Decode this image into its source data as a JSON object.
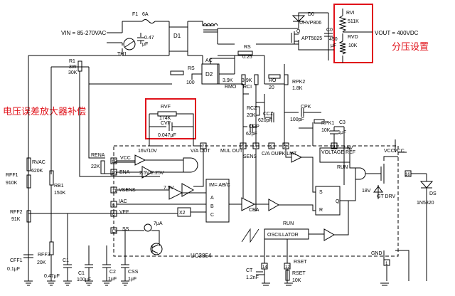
{
  "annotations": {
    "divider_setting": "分压设置",
    "compensation": "电压误差放大器补偿"
  },
  "input": {
    "vin": "VIN = 85-270VAC",
    "fuse": "F1",
    "fuse_rating": "6A",
    "thermistor": "TH1",
    "cap_in": "0.47",
    "cap_in_unit": "μF",
    "bridge": "D1"
  },
  "output": {
    "vout": "VOUT = 400VDC",
    "diode": "D0",
    "diode_part": "UHVP806",
    "mosfet": "Q",
    "mosfet_part": "APT5025",
    "cap_label": "C0",
    "cap_value": "450",
    "cap_unit": "μF",
    "rvi": "RVI",
    "rvi_value": "511K",
    "rvd": "RVD",
    "rvd_value": "10K"
  },
  "components": {
    "r1": "R1",
    "r1_power": "3W",
    "r1_value": "30K",
    "d2_ac": "AC",
    "d2": "D2",
    "rs": "RS",
    "rs_value": "0.25",
    "rs2": "RS",
    "rs2_value": "100",
    "rmo": "RMO",
    "rmo_value": "3.9K",
    "rci": "RCI",
    "rci_value": "3.9K",
    "rpk2": "RPK2",
    "rpk2_value": "1.8K",
    "ro": "RO",
    "ro_value": "20",
    "rvf": "RVF",
    "rvf_value": "174K",
    "cvf": "CVF",
    "cvf_value": "0.047μF",
    "rcz": "RCZ",
    "rcz_value": "20K",
    "ccz": "CCZ",
    "ccz_value": "620pF",
    "ccp": "CCP",
    "ccp_value": "62pF",
    "cpk": "CPK",
    "cpk_value": "100pF",
    "rpk1": "RPK1",
    "rpk1_value": "10K",
    "c3": "C3",
    "c3_value": "1μF",
    "rena": "RENA",
    "rena_value": "22K",
    "rvac": "RVAC",
    "rvac_value": "620K",
    "rff1": "RFF1",
    "rff1_value": "910K",
    "rb1": "RB1",
    "rb1_value": "150K",
    "rff2": "RFF2",
    "rff2_value": "91K",
    "cff1": "CFF1",
    "cff1_value": "0.1μF",
    "rff3": "RFF3",
    "rff3_value": "20K",
    "c1": "C1",
    "c1_value": "0.47μF",
    "c1b": "C1",
    "c1b_value": "100μF",
    "c2": "C2",
    "c2_value": "1μF",
    "css": "CSS",
    "css_value": "1μF",
    "ct": "CT",
    "ct_value": "1.2nF",
    "rset": "RSET",
    "rset_value": "10K",
    "rset_label": "RSET",
    "d18v": "18V",
    "ds": "DS",
    "ds_part": "1N5820",
    "vcc_ext": "VCC"
  },
  "ic": {
    "name": "UC3854",
    "pins": {
      "p1": "1",
      "p2": "2",
      "p3": "3",
      "p4": "4",
      "p5": "5",
      "p6": "6",
      "p7": "7",
      "p8": "8",
      "p9": "9",
      "p10": "10",
      "p11": "11",
      "p12": "12",
      "p13": "13",
      "p14": "14",
      "p15": "15",
      "p16": "16"
    },
    "labels": {
      "vcc": "VCC",
      "ena": "ENA",
      "vsens": "VSENS",
      "iac": "IAC",
      "vff": "VFF",
      "ss": "SS",
      "v16_10": "16V/10V",
      "v25": "2.5V/2.25V",
      "v75": "7.5V",
      "va_out": "V/A OUT",
      "mul_out": "MUL OUT",
      "sens": "SENS",
      "ca_out": "C/A OUT",
      "pk_lmt": "PK LMT",
      "voltage_ref": "VOLTAGE REF",
      "ref_75": "7.5V",
      "run": "RUN",
      "run2": "RUN",
      "cea": "CEA",
      "oscillator": "OSCILLATOR",
      "x2": "X2",
      "i7ua": "7μA",
      "gnd": "GND",
      "gt_drv": "GT DRV",
      "a": "A",
      "b": "B",
      "c": "C",
      "im_ab_c": "IM= AB/C",
      "s": "S",
      "r": "R",
      "q": "Q",
      "vcc2": "VCC"
    }
  }
}
